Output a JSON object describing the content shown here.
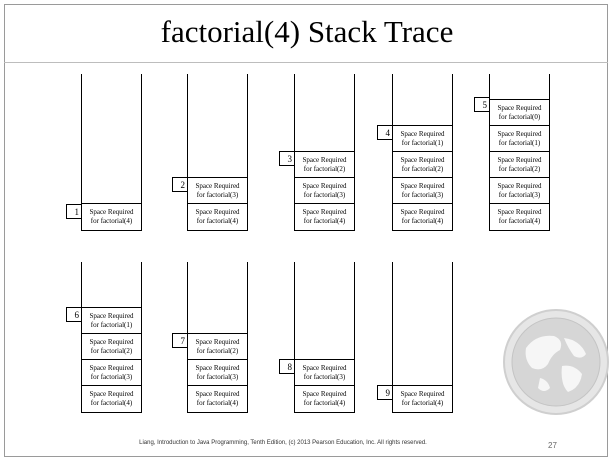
{
  "slide": {
    "title": "factorial(4) Stack Trace",
    "footer": "Liang, Introduction to Java Programming, Tenth Edition, (c) 2013 Pearson Education, Inc. All rights reserved.",
    "page_number": "27",
    "frame_header": "Space Required",
    "frames": {
      "f0": "for factorial(0)",
      "f1": "for factorial(1)",
      "f2": "for factorial(2)",
      "f3": "for factorial(3)",
      "f4": "for factorial(4)"
    },
    "steps": [
      "1",
      "2",
      "3",
      "4",
      "5",
      "6",
      "7",
      "8",
      "9"
    ]
  }
}
